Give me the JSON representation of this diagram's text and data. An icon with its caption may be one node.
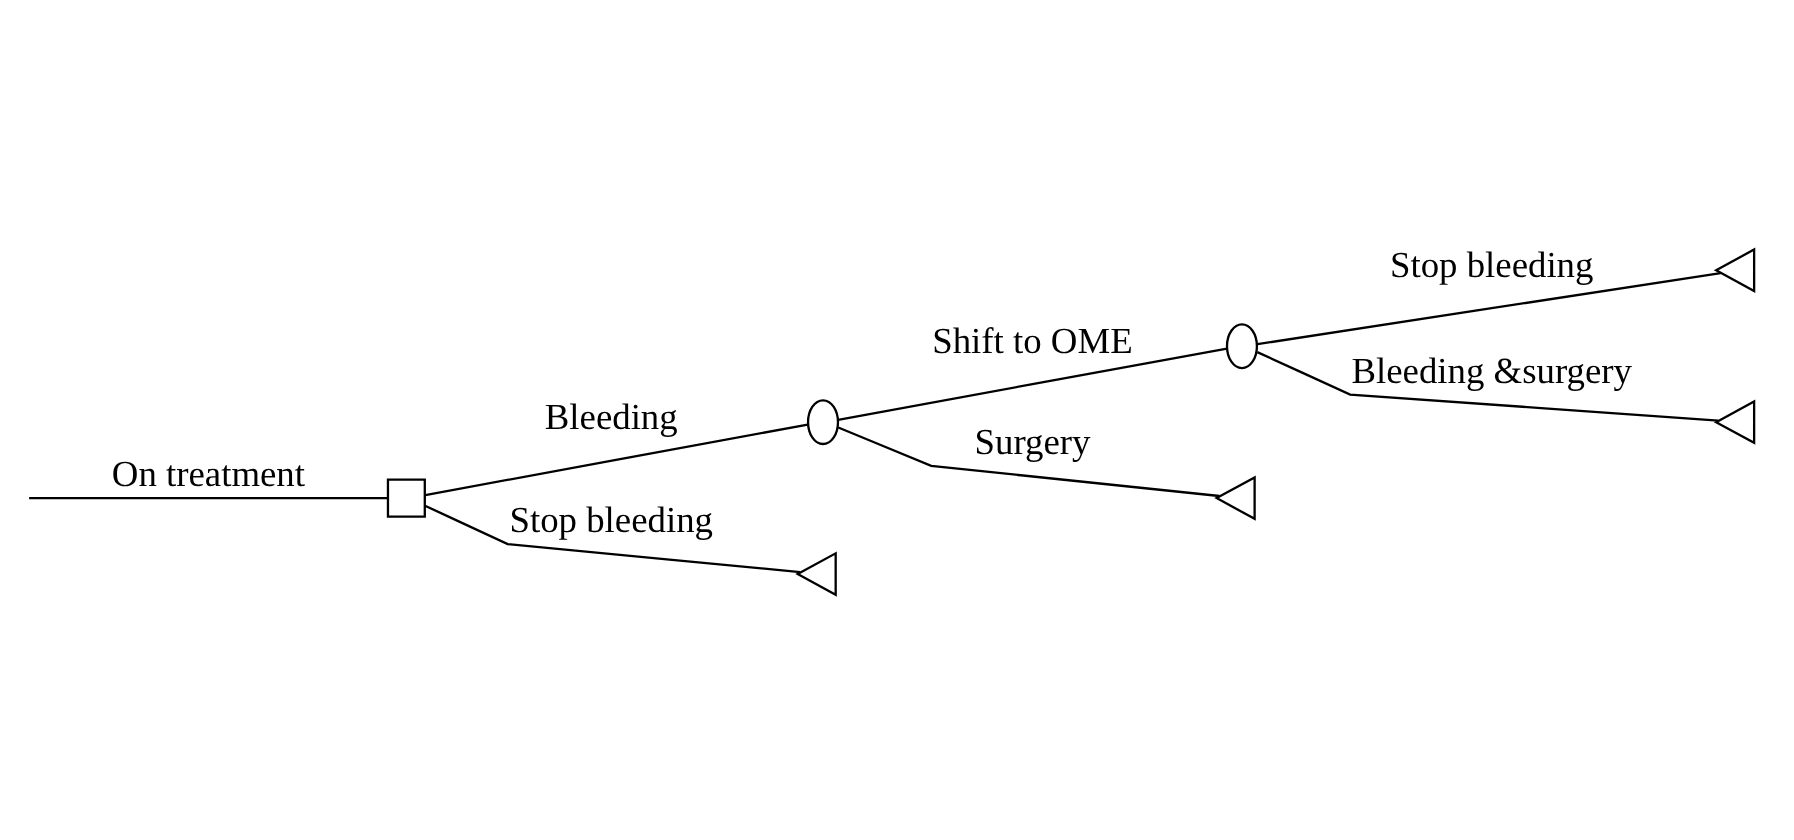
{
  "diagram": {
    "nodes": [
      {
        "text": [],
        "shape": "box"
      },
      {
        "text": [],
        "shape": "circle"
      },
      {
        "text": [],
        "shape": "circle"
      },
      {
        "text": [],
        "shape": "triangle"
      },
      {
        "text": [],
        "shape": "triangle"
      },
      {
        "text": [],
        "shape": "triangle"
      },
      {
        "text": [],
        "shape": "triangle"
      }
    ],
    "edges": [
      {
        "from": null,
        "to": 0,
        "arrow": "none",
        "label": "On treatment"
      },
      {
        "from": 0,
        "to": 1,
        "arrow": "none",
        "label": "Bleeding"
      },
      {
        "from": 0,
        "to": 6,
        "arrow": "none",
        "label": "Stop bleeding"
      },
      {
        "from": 1,
        "to": 2,
        "arrow": "none",
        "label": "Shift to OME"
      },
      {
        "from": 1,
        "to": 5,
        "arrow": "none",
        "label": "Surgery"
      },
      {
        "from": 2,
        "to": 3,
        "arrow": "none",
        "label": "Stop bleeding"
      },
      {
        "from": 2,
        "to": 4,
        "arrow": "none",
        "label": "Bleeding &surgery"
      }
    ]
  }
}
